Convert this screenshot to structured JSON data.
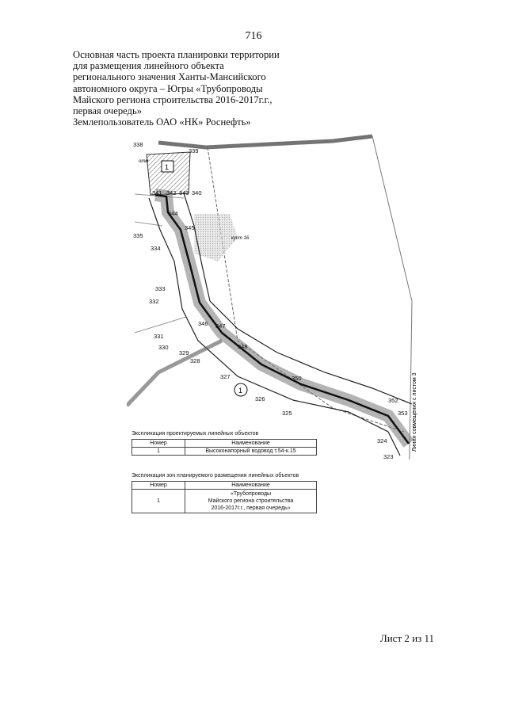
{
  "page_number": "716",
  "heading": {
    "lines": [
      "Основная часть проекта планировки территории",
      "для размещения линейного объекта",
      "регионального значения Ханты-Мансийского",
      "автономного округа – Югры «Трубопроводы",
      "Майского региона строительства 2016-2017г.г.,",
      "первая очередь»",
      "Землепользователь ОАО «НК» Роснефть»"
    ]
  },
  "map": {
    "point_labels": [
      "338",
      "339",
      "340",
      "341",
      "342",
      "343",
      "344",
      "345",
      "346",
      "347",
      "348",
      "335",
      "334",
      "333",
      "332",
      "331",
      "330",
      "329",
      "328",
      "327",
      "326",
      "325",
      "324",
      "323",
      "350",
      "352",
      "353"
    ],
    "object_marker": "1",
    "zone_marker": "1",
    "kust_label": "куст 16",
    "side_label": "Линия совмещения с листом 3",
    "otm_label": "отм"
  },
  "table1": {
    "caption": "Экспликация проектируемых линейных объектов",
    "headers": [
      "Номер",
      "Наименование"
    ],
    "rows": [
      [
        "1",
        "Высоконапорный водовод т.54-к.15"
      ]
    ]
  },
  "table2": {
    "caption": "Экспликация зон планируемого размещения линейных объектов",
    "headers": [
      "Номер",
      "Наименование"
    ],
    "rows": [
      [
        "1",
        "«Трубопроводы",
        "Майского региона строительства",
        "2016-2017г.г., первая очередь»"
      ]
    ]
  },
  "footer": "Лист 2 из 11"
}
